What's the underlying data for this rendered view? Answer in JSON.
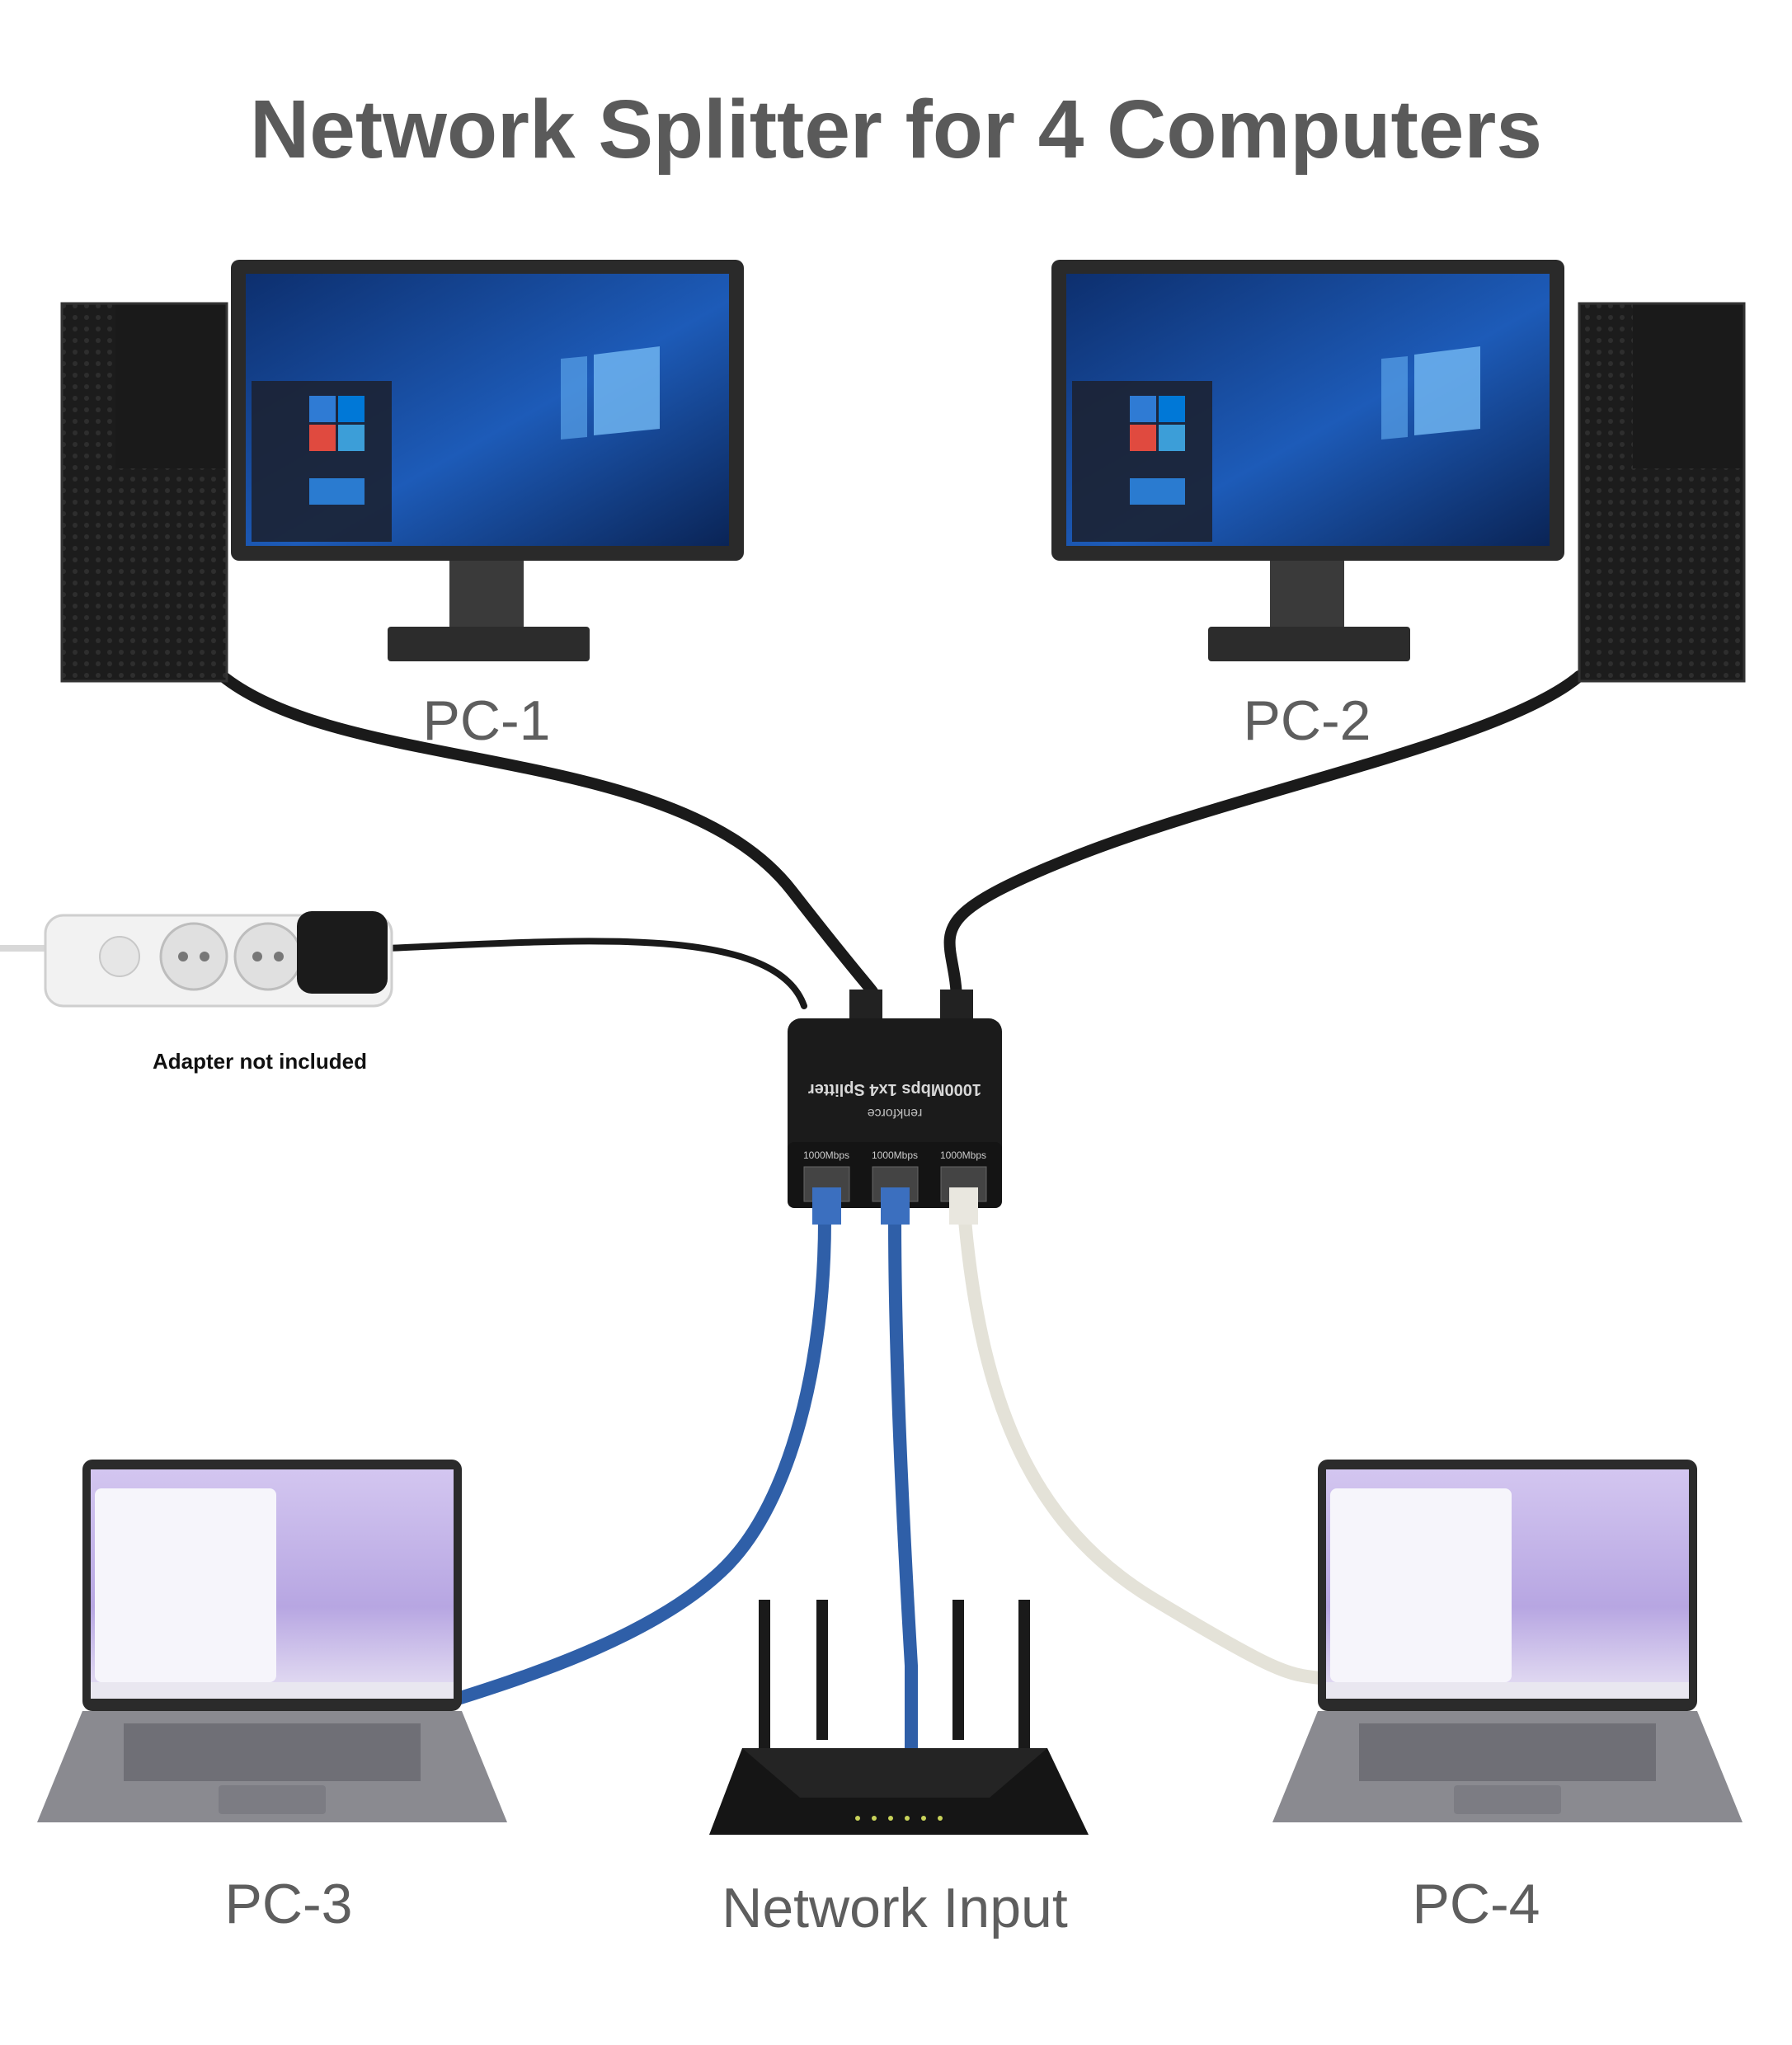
{
  "title": "Network Splitter for 4 Computers",
  "labels": {
    "pc1": "PC-1",
    "pc2": "PC-2",
    "pc3": "PC-3",
    "pc4": "PC-4",
    "network_input": "Network Input",
    "adapter_note": "Adapter not included"
  },
  "splitter": {
    "model": "1000Mbps 1x4 Splitter",
    "brand": "renkforce",
    "port_labels": [
      "1000Mbps",
      "1000Mbps",
      "1000Mbps"
    ]
  },
  "colors": {
    "title_text": "#5a5a5a",
    "cable_black": "#1a1a1a",
    "cable_blue": "#2f5fa8",
    "cable_white": "#e4e2d8",
    "screen_blue": "#1a4d9e",
    "laptop_screen": "#b6a6e0"
  },
  "icons": {
    "desktop": "desktop-computer-icon",
    "laptop": "laptop-icon",
    "router": "router-icon",
    "splitter": "network-splitter-icon",
    "power_strip": "power-strip-icon"
  }
}
